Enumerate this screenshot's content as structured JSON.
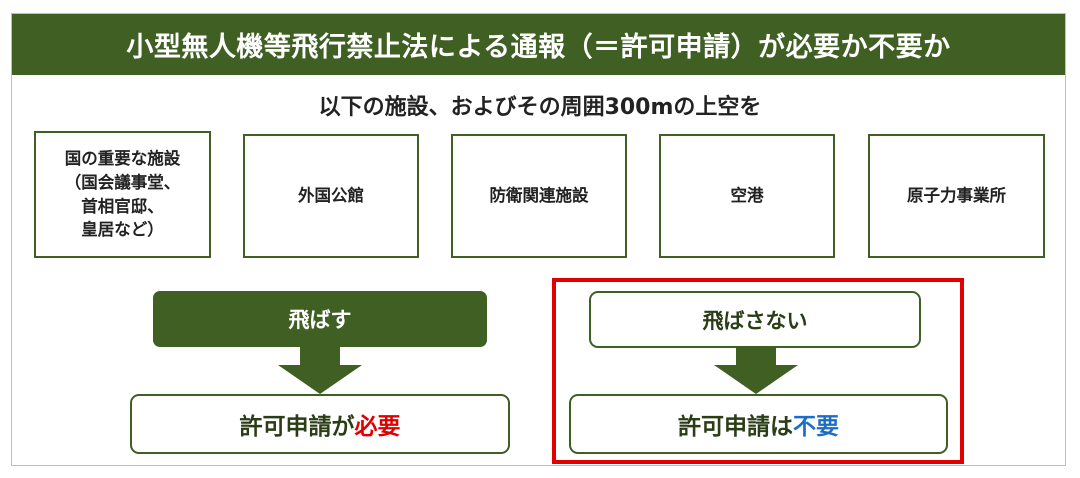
{
  "header": {
    "title": "小型無人機等飛行禁止法による通報（＝許可申請）が必要か不要か"
  },
  "subtitle": "以下の施設、およびその周囲300mの上空を",
  "facilities": [
    {
      "line1": "国の重要な施設",
      "line2": "（国会議事堂、",
      "line3": "首相官邸、",
      "line4": "皇居など）"
    },
    {
      "label": "外国公館"
    },
    {
      "label": "防衛関連施設"
    },
    {
      "label": "空港"
    },
    {
      "label": "原子力事業所"
    }
  ],
  "left_branch": {
    "action": "飛ばす",
    "result_prefix": "許可申請が",
    "result_highlight": "必要"
  },
  "right_branch": {
    "action": "飛ばさない",
    "result_prefix": "許可申請は",
    "result_highlight": "不要"
  },
  "colors": {
    "brand_green": "#3f5f23",
    "highlight_red": "#e00000",
    "highlight_blue": "#1a6ec8"
  }
}
